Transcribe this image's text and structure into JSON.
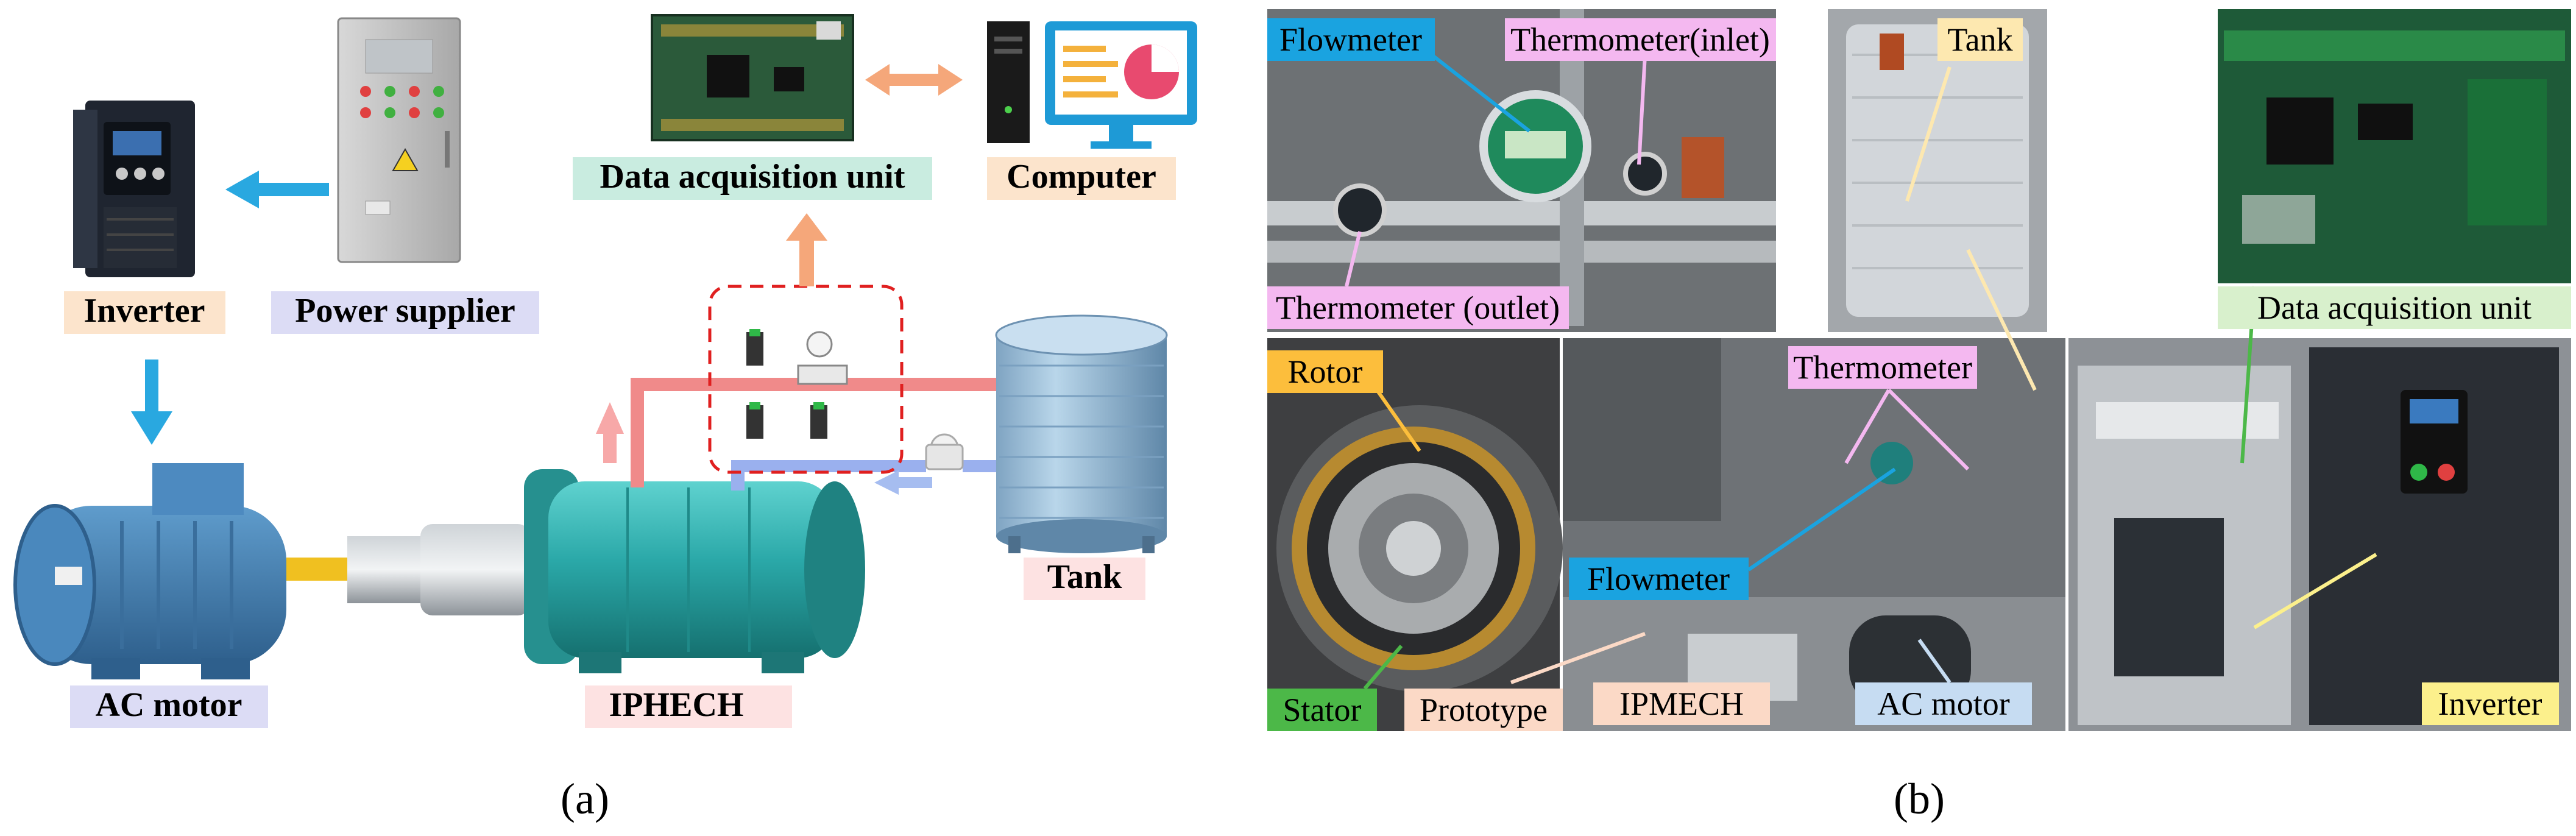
{
  "panel_a": {
    "caption": "(a)",
    "labels": {
      "inverter": "Inverter",
      "power_supplier": "Power supplier",
      "data_acquisition_unit": "Data  acquisition unit",
      "computer": "Computer",
      "ac_motor": "AC motor",
      "iphech": "IPHECH",
      "tank": "Tank"
    },
    "colors": {
      "inverter_bg": "#fce4cc",
      "power_bg": "#dcdcf5",
      "daq_bg": "#c9ece0",
      "computer_bg": "#fce4cc",
      "ac_motor_bg": "#dcdcf5",
      "iphech_bg": "#fde2e2",
      "tank_bg": "#fde2e2",
      "hot_pipe": "#f08a8a",
      "cold_pipe": "#9ab0ee",
      "signal_arrow": "#29a8e0",
      "data_arrow": "#f5a77a"
    }
  },
  "panel_b": {
    "caption": "(b)",
    "labels": {
      "flowmeter_top": "Flowmeter",
      "thermometer_inlet": "Thermometer(inlet)",
      "thermometer_outlet": "Thermometer (outlet)",
      "tank": "Tank",
      "data_acquisition_unit": "Data acquisition unit",
      "rotor": "Rotor",
      "thermometer": "Thermometer",
      "flowmeter_mid": "Flowmeter",
      "stator": "Stator",
      "prototype": "Prototype",
      "ipmech": "IPMECH",
      "ac_motor": "AC motor",
      "inverter": "Inverter"
    },
    "colors": {
      "flowmeter": "#1aa3e0",
      "thermometer": "#f4b8f0",
      "tank": "#fde8b0",
      "daq": "#d8f0cc",
      "rotor": "#fcbe3c",
      "stator": "#4cb848",
      "prototype": "#fbd9c6",
      "ipmech": "#fbd9c6",
      "ac_motor": "#c6dcf2",
      "inverter": "#fcf08c"
    }
  }
}
